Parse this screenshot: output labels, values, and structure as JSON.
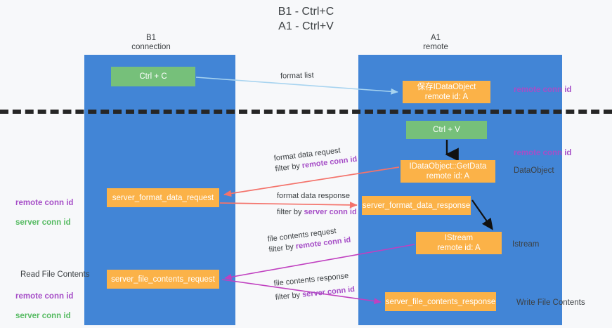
{
  "title": "B1 - Ctrl+C\nA1 - Ctrl+V",
  "columns": {
    "left": {
      "name": "B1",
      "role": "connection",
      "label": "B1\nconnection"
    },
    "right": {
      "name": "A1",
      "role": "remote",
      "label": "A1\nremote"
    }
  },
  "nodes": {
    "ctrl_c": {
      "label": "Ctrl + C",
      "color": "#76c07a"
    },
    "idataobject": {
      "label": "保存IDataObject\nremote id: A",
      "color": "#fbb248"
    },
    "ctrl_v": {
      "label": "Ctrl + V",
      "color": "#76c07a"
    },
    "getdata": {
      "label": "IDataObject::GetData\nremote id: A",
      "color": "#fbb248"
    },
    "server_format_data_request": {
      "label": "server_format_data_request",
      "color": "#fbb248"
    },
    "server_format_data_response": {
      "label": "server_format_data_response",
      "color": "#fbb248"
    },
    "istream": {
      "label": "IStream\nremote id: A",
      "color": "#fbb248"
    },
    "server_file_contents_request": {
      "label": "server_file_contents_request",
      "color": "#fbb248"
    },
    "server_file_contents_response": {
      "label": "server_file_contents_response",
      "color": "#fbb248"
    }
  },
  "edges": {
    "format_list": {
      "caption": "format list",
      "color": "#a8d4f0"
    },
    "format_data_request": {
      "caption": "format data request",
      "filter_prefix": "filter by ",
      "filter_key": "remote conn id",
      "color": "#f4736b"
    },
    "format_data_response": {
      "caption": "format data response",
      "filter_prefix": "filter by ",
      "filter_key": "server conn id",
      "color": "#f4736b"
    },
    "file_contents_request": {
      "caption": "file contents request",
      "filter_prefix": "filter by ",
      "filter_key": "remote conn id",
      "color": "#c040c0"
    },
    "file_contents_response": {
      "caption": "file contents response",
      "filter_prefix": "filter by ",
      "filter_key": "server conn id",
      "color": "#c040c0"
    }
  },
  "side_labels": {
    "remote_conn_id_top": "remote conn id",
    "remote_conn_id_mid": "remote conn id",
    "dataobject": "DataObject",
    "istream": "Istream",
    "write_file_contents": "Write File Contents",
    "read_file_contents": "Read File Contents",
    "left_remote_key": "remote conn id",
    "left_server_key": "server conn id"
  },
  "colors": {
    "lane": "#4285d6",
    "green": "#76c07a",
    "orange": "#fbb248",
    "purple_key": "#a64ec7",
    "green_key": "#57bb63",
    "separator": "#262626",
    "background": "#f7f8fa"
  }
}
